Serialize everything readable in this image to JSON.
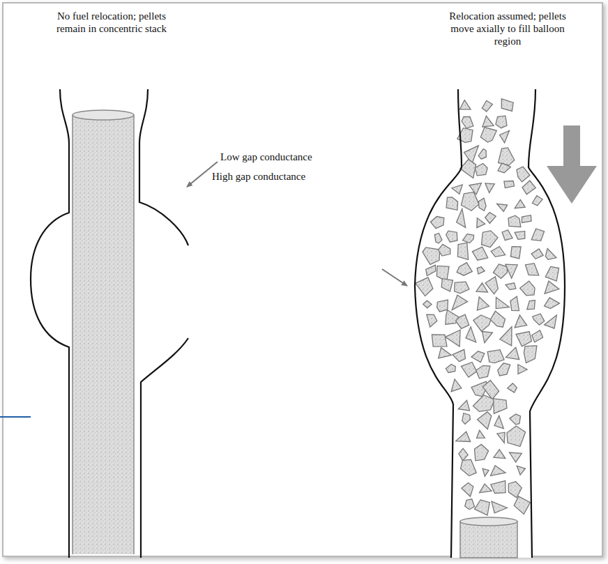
{
  "diagram": {
    "labels": [
      "No fuel relocation; pellets remain in concentric stack",
      "Relocation assumed; pellets move axially to fill balloon region",
      "Low gap conductance",
      "High gap conductance"
    ]
  }
}
